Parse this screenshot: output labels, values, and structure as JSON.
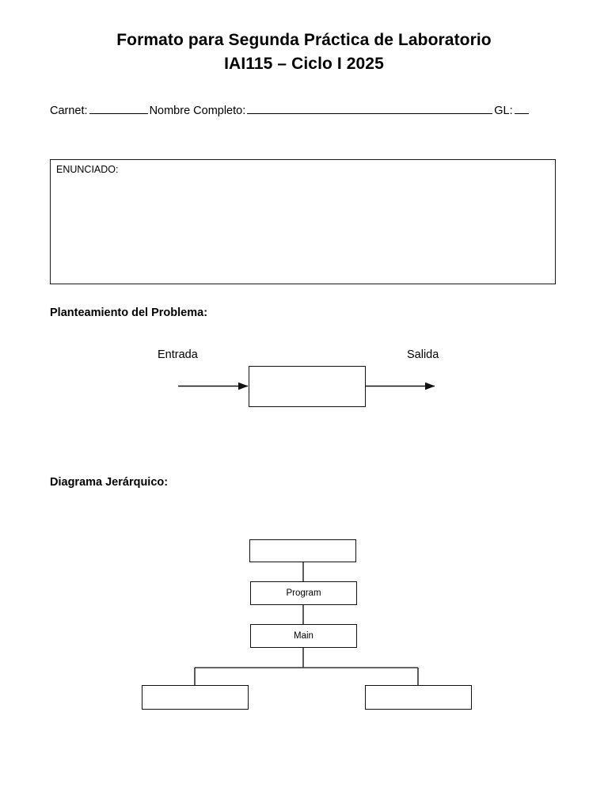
{
  "document": {
    "title_line_1": "Formato para Segunda Práctica de Laboratorio",
    "title_line_2": "IAI115 – Ciclo I 2025"
  },
  "identification": {
    "carnet_label": "Carnet:",
    "carnet_value": "",
    "nombre_label": "Nombre Completo:",
    "nombre_value": "",
    "gl_label": "GL:",
    "gl_value": ""
  },
  "enunciado": {
    "label": "ENUNCIADO:",
    "content": ""
  },
  "sections": {
    "planteamiento_heading": "Planteamiento del Problema:",
    "jerarquico_heading": "Diagrama Jerárquico:"
  },
  "ipo_diagram": {
    "input_label": "Entrada",
    "output_label": "Salida",
    "process_box_text": ""
  },
  "hierarchy_diagram": {
    "nodes": [
      {
        "id": "root",
        "label": ""
      },
      {
        "id": "program",
        "label": "Program"
      },
      {
        "id": "main",
        "label": "Main"
      },
      {
        "id": "child-left",
        "label": ""
      },
      {
        "id": "child-right",
        "label": ""
      }
    ]
  },
  "colors": {
    "page_background": "#ffffff",
    "text": "#000000",
    "border": "#111111",
    "box_border": "#1a1a1a"
  }
}
